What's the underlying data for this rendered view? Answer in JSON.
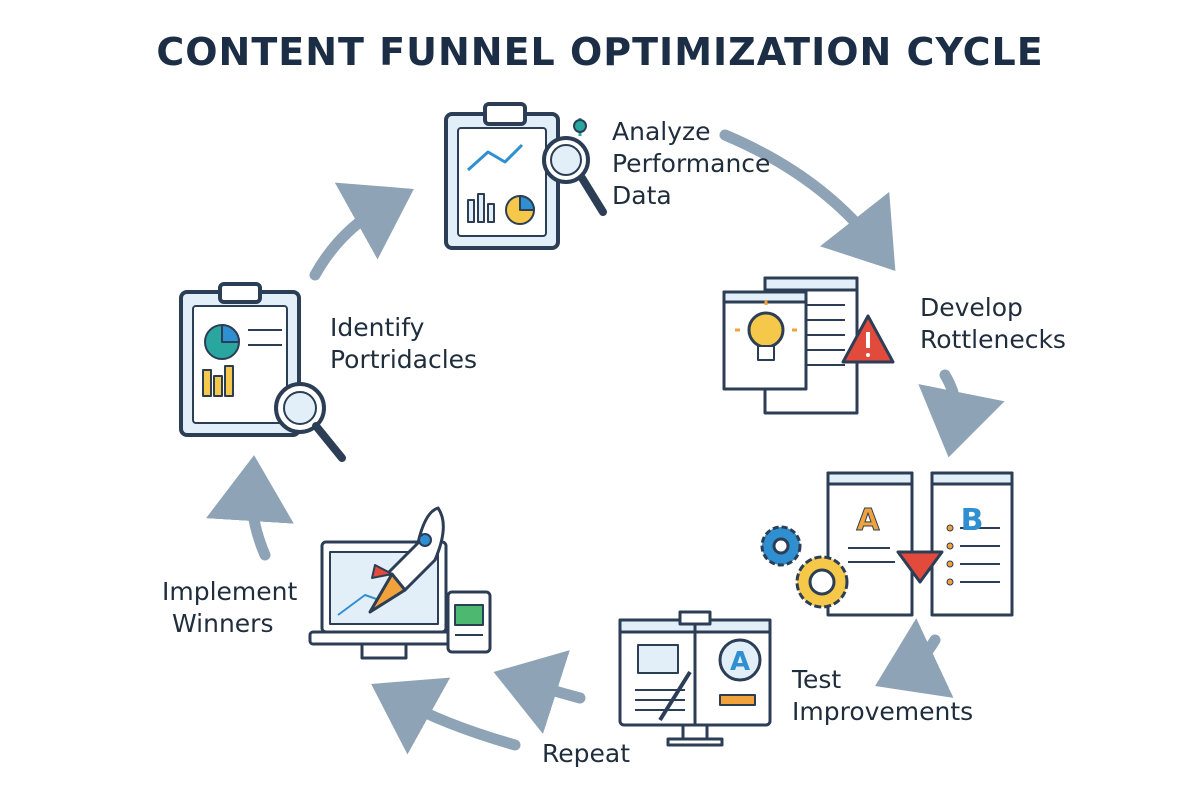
{
  "title": "CONTENT FUNNEL OPTIMIZATION CYCLE",
  "stages": [
    {
      "id": "analyze",
      "lines": [
        "Analyze",
        "Performance",
        "Data"
      ],
      "icon": "clipboard-analytics-icon"
    },
    {
      "id": "develop",
      "lines": [
        "Develop",
        "Rottlenecks"
      ],
      "icon": "lightbulb-warning-document-icon"
    },
    {
      "id": "ab",
      "lines": [],
      "icon": "ab-test-gears-icon"
    },
    {
      "id": "test",
      "lines": [
        "Test",
        "Improvements"
      ],
      "icon": "monitor-ab-document-icon"
    },
    {
      "id": "repeat",
      "lines": [
        "Repeat"
      ],
      "icon": null
    },
    {
      "id": "implement",
      "lines": [
        "Implement",
        "Winners"
      ],
      "icon": "rocket-laptop-icon"
    },
    {
      "id": "identify",
      "lines": [
        "Identify",
        "Portridacles"
      ],
      "icon": "clipboard-magnifier-icon"
    }
  ],
  "ab_letters": {
    "a": "A",
    "b": "B"
  },
  "colors": {
    "outline": "#2c3e55",
    "arrow": "#8ea3b6",
    "paper": "#ffffff",
    "panel": "#e3eff8",
    "accent_blue": "#2f8fd0",
    "accent_teal": "#2aa6a0",
    "accent_orange": "#f2a23a",
    "accent_yellow": "#f5c84a",
    "accent_red": "#e24b3b",
    "accent_green": "#4db870"
  }
}
